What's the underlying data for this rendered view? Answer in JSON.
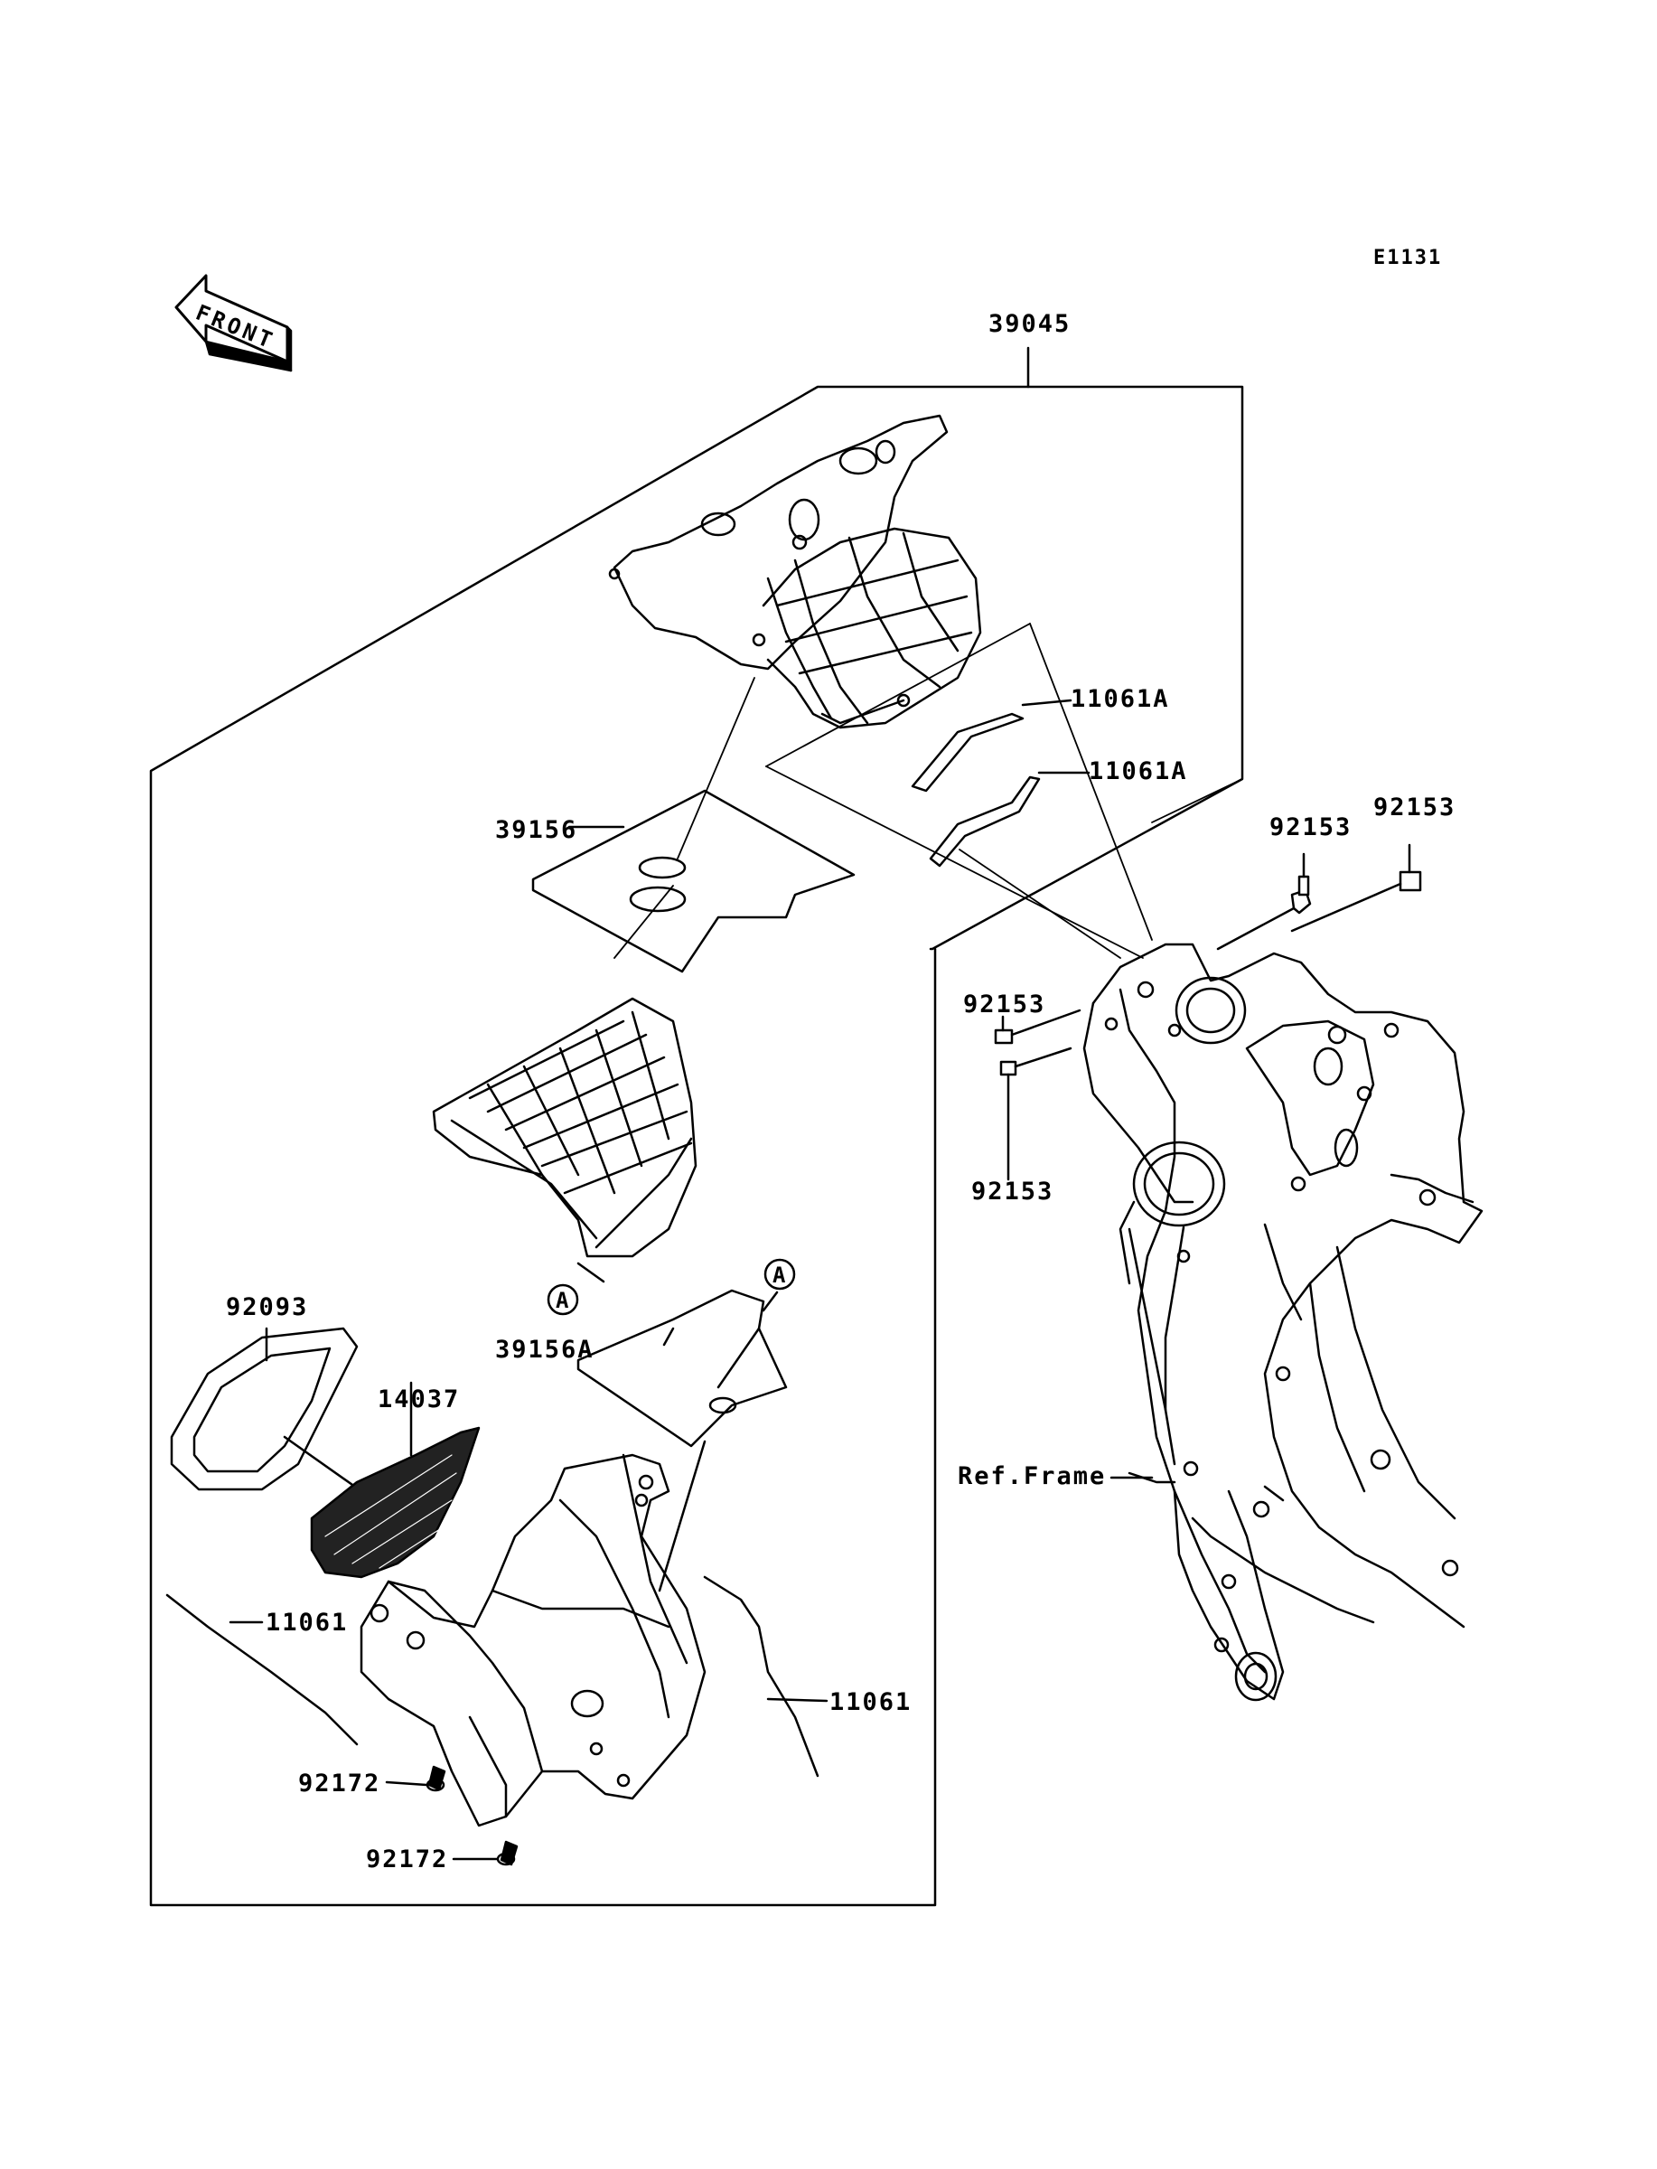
{
  "diagram_code": "E1131",
  "front_indicator": "FRONT",
  "callout_marker": "A",
  "labels": {
    "assembly": "39045",
    "gasket_39156": "39156",
    "gasket_39156a": "39156A",
    "seal_11061a_top": "11061A",
    "seal_11061a_bottom": "11061A",
    "bolt_92153_a": "92153",
    "bolt_92153_b": "92153",
    "bolt_92153_c": "92153",
    "bolt_92153_d": "92153",
    "trim_92093": "92093",
    "mesh_14037": "14037",
    "seal_11061_left": "11061",
    "seal_11061_right": "11061",
    "screw_92172_a": "92172",
    "screw_92172_b": "92172",
    "ref_frame": "Ref.Frame"
  },
  "colors": {
    "line": "#000000",
    "background": "#ffffff"
  }
}
